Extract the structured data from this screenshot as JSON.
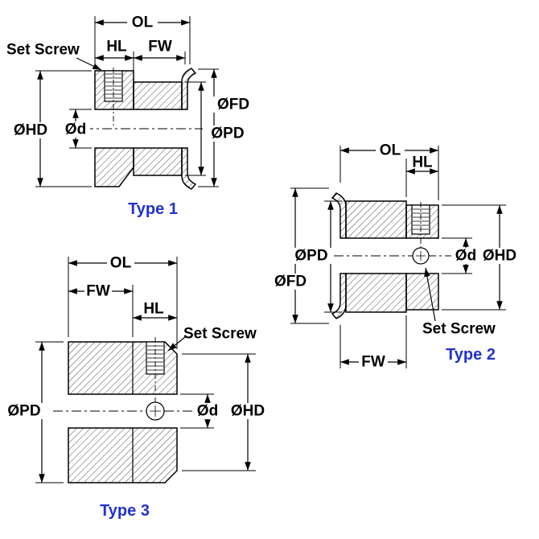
{
  "figure": {
    "labels": {
      "ol": "OL",
      "hl": "HL",
      "fw": "FW",
      "set_screw": "Set Screw",
      "dia_hd": "ØHD",
      "dia_d": "Ød",
      "dia_fd": "ØFD",
      "dia_pd": "ØPD"
    },
    "types": [
      {
        "label": "Type 1"
      },
      {
        "label": "Type 2"
      },
      {
        "label": "Type 3"
      }
    ],
    "colors": {
      "line": "#000000",
      "type_label": "#2233cc",
      "hatch": "#4a4a4a",
      "background": "#ffffff"
    }
  }
}
